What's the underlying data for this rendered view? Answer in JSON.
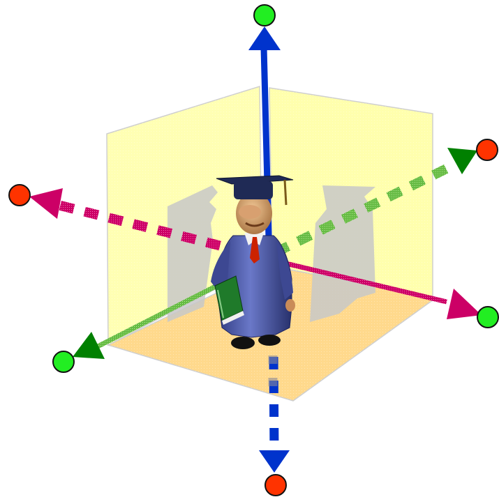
{
  "colors": {
    "background": "#ffffff",
    "positive_end": "#22ee22",
    "negative_end": "#ff3300",
    "axis_vertical": "#0033cc",
    "axis_depth": "#008000",
    "axis_horizontal": "#cc0066",
    "back_walls": "#ffff99",
    "floor": "#ffcc66",
    "shadow": "#c8c8c8",
    "gown": "#4b57a8",
    "cap": "#1f2a55",
    "book": "#1f7a2a",
    "skin": "#d9a874",
    "shoes": "#111111",
    "tie": "#cc2200",
    "tassel": "#7a5a1a"
  },
  "axes": [
    {
      "name": "vertical",
      "positive_end_color": "green",
      "negative_end_color": "red",
      "negative_part": "dashed"
    },
    {
      "name": "horizontal",
      "positive_end_color": "green",
      "negative_end_color": "red",
      "negative_part": "dashed"
    },
    {
      "name": "depth",
      "positive_end_color": "green",
      "negative_end_color": "red",
      "negative_part": "dashed"
    }
  ],
  "figure": {
    "subject": "graduate-figure",
    "items": [
      "mortarboard-cap",
      "gown",
      "book",
      "shoes"
    ],
    "shadows": [
      "left-wall-shadow",
      "back-wall-shadow"
    ]
  }
}
